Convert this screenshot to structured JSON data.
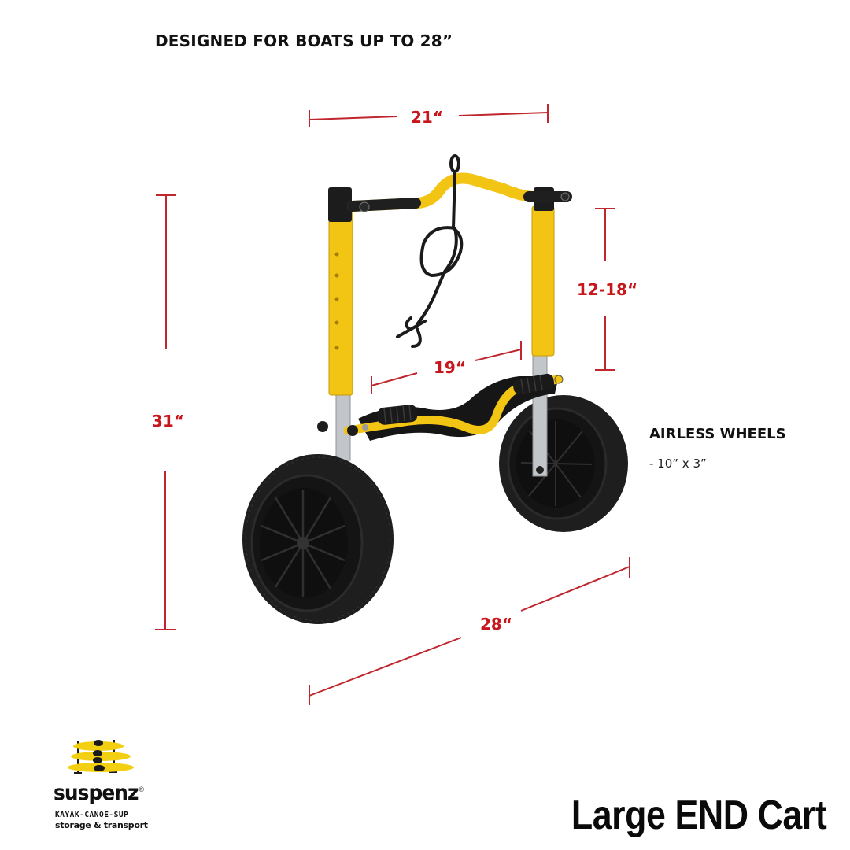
{
  "header": {
    "headline": "DESIGNED FOR BOATS UP TO 28”"
  },
  "dimensions": {
    "top_width": "21“",
    "total_height": "31“",
    "adjustable_height": "12-18“",
    "cradle_width": "19“",
    "axle_width": "28“"
  },
  "features": {
    "wheels_title": "AIRLESS WHEELS",
    "wheels_spec": "- 10” x 3”"
  },
  "brand": {
    "name": "suspenz",
    "registered": "®",
    "tagline_1": "KAYAK-CANOE-SUP",
    "tagline_2": "storage & transport"
  },
  "product": {
    "title": "Large END Cart"
  },
  "colors": {
    "dimension_red": "#c8161d",
    "frame_yellow": "#f2c414",
    "tire_black": "#1b1b1b",
    "aluminum": "#b9bcc0"
  }
}
